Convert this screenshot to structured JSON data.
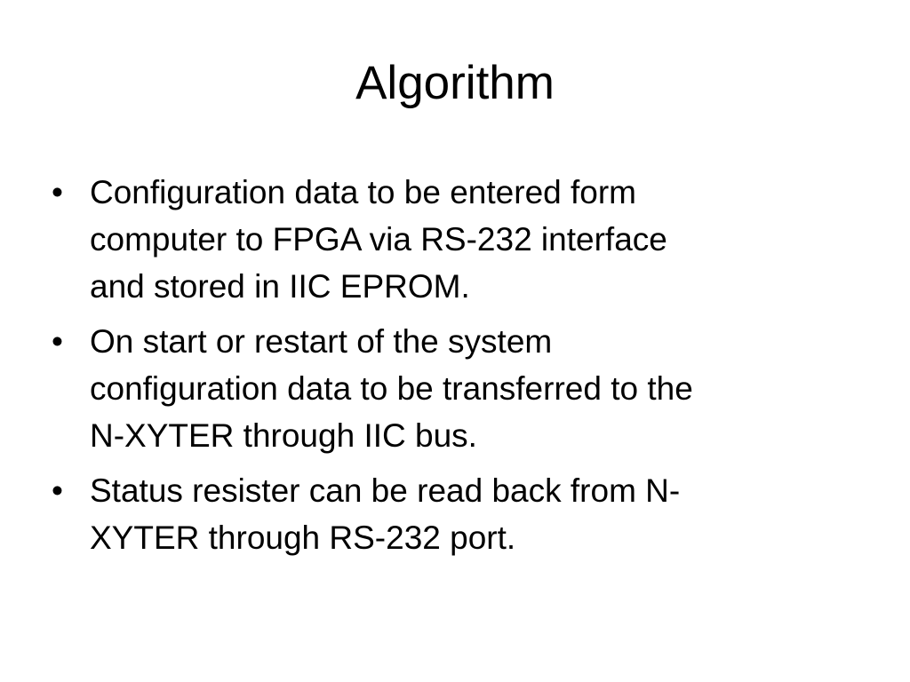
{
  "slide": {
    "title": "Algorithm",
    "bullet_symbol": "•",
    "bullets": [
      {
        "lines": [
          "Configuration data to be entered form",
          "computer to FPGA via RS-232 interface",
          "and stored in IIC EPROM."
        ]
      },
      {
        "lines": [
          "On start or restart of the system",
          "configuration data to be transferred to the",
          "N-XYTER through IIC bus."
        ]
      },
      {
        "lines": [
          "Status resister can be read back from N-",
          "XYTER through RS-232 port."
        ]
      }
    ]
  }
}
